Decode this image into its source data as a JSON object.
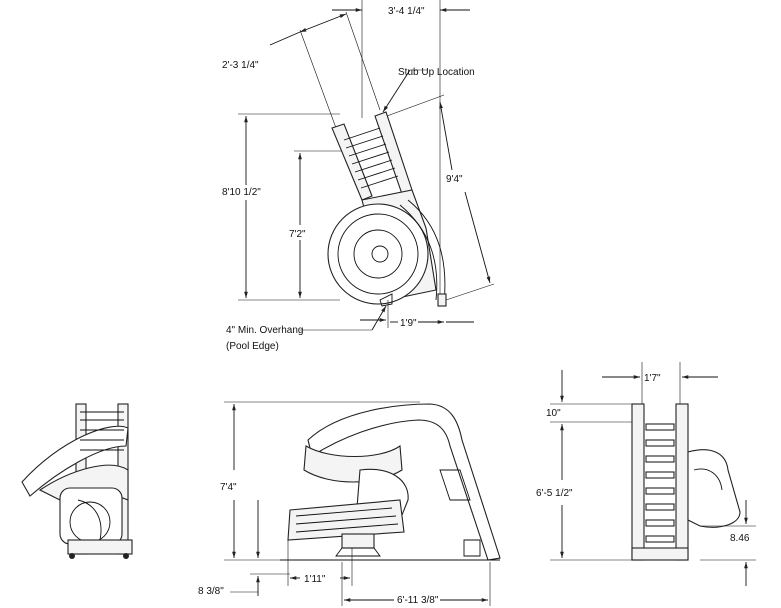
{
  "top_view": {
    "width_top": "3'-4 1/4\"",
    "angle_width": "2'-3 1/4\"",
    "stub_up": "Stub Up Location",
    "height_total": "8'10 1/2\"",
    "height_mid": "7'2\"",
    "diag_len": "9'4\"",
    "overhang": "4\" Min. Overhang",
    "overhang_sub": "(Pool Edge)",
    "base_width": "1'9\""
  },
  "side_view": {
    "height": "7'4\"",
    "exit_height": "8 3/8\"",
    "exit_len": "1'11\"",
    "total_len": "6'-11 3/8\""
  },
  "front_view": {
    "width": "1'7\"",
    "top_gap": "10\"",
    "ladder_height": "6'-5 1/2\"",
    "exit_h": "8.46"
  }
}
